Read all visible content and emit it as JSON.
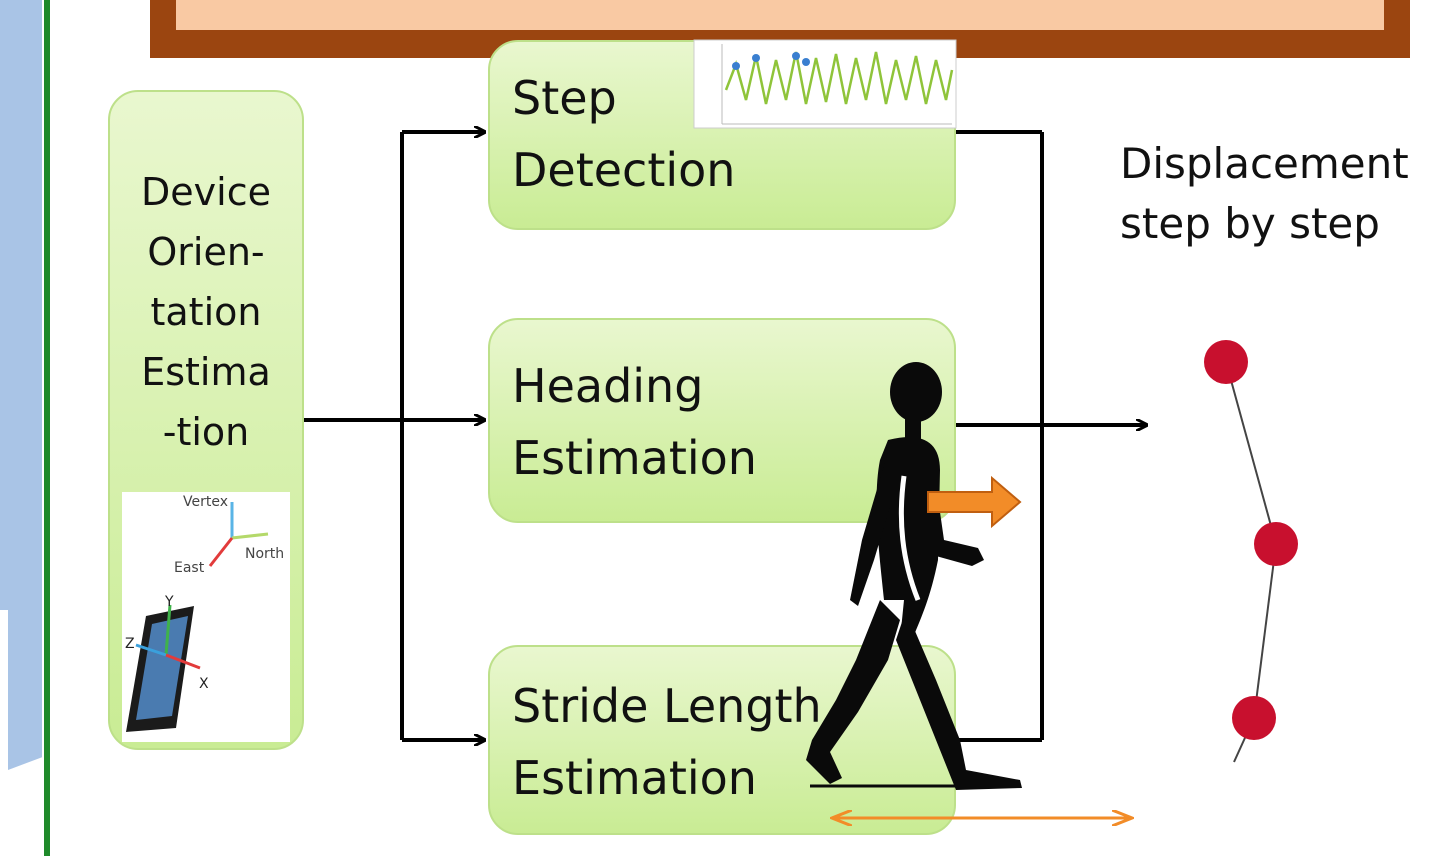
{
  "device_box": {
    "lines": [
      "Device",
      "Orien-",
      "tation",
      "Estima",
      "-tion"
    ]
  },
  "axes_inset": {
    "vertex": "Vertex",
    "north": "North",
    "east": "East",
    "y": "Y",
    "z": "Z",
    "x": "X"
  },
  "step_box": {
    "line1": "Step",
    "line2": "Detection"
  },
  "heading_box": {
    "line1": "Heading",
    "line2": "Estimation"
  },
  "stride_box": {
    "line1": "Stride Length",
    "line2": "Estimation"
  },
  "output_label": {
    "line1": "Displacement",
    "line2": "step by step"
  },
  "colors": {
    "box_fill": "#d4efa9",
    "arrow": "#000000",
    "orange": "#f28c28",
    "dot": "#c8102e",
    "banner": "#9b4510"
  }
}
